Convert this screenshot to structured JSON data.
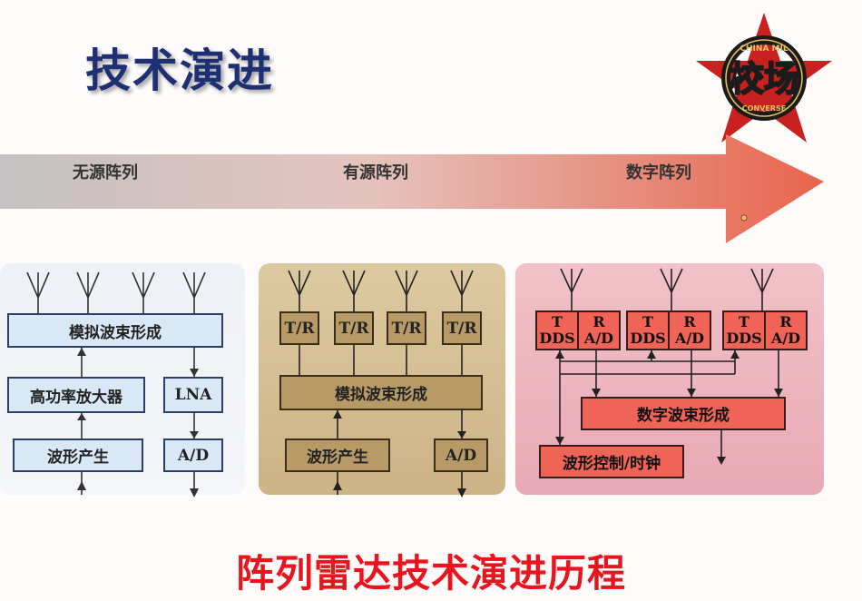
{
  "title": "技术演进",
  "caption": "阵列雷达技术演进历程",
  "logo": {
    "text_top": "CHINA MIL",
    "text_main": "校场",
    "text_bottom": "CONVERSE",
    "colors": [
      "#c8211f",
      "#1b1b1b",
      "#e8c45a"
    ]
  },
  "arrow": {
    "stages": [
      "无源阵列",
      "有源阵列",
      "数字阵列"
    ],
    "colors": [
      "#c9c9c9",
      "#e8644c"
    ]
  },
  "panel_passive": {
    "beamforming": "模拟波束形成",
    "hpa": "高功率放大器",
    "lna": "LNA",
    "waveform": "波形产生",
    "adc": "A/D"
  },
  "panel_active": {
    "tr": [
      "T/R",
      "T/R",
      "T/R",
      "T/R"
    ],
    "beamforming": "模拟波束形成",
    "waveform": "波形产生",
    "adc": "A/D"
  },
  "panel_digital": {
    "modules": [
      {
        "t": "T",
        "r": "R",
        "dds": "DDS",
        "ad": "A/D"
      },
      {
        "t": "T",
        "r": "R",
        "dds": "DDS",
        "ad": "A/D"
      },
      {
        "t": "T",
        "r": "R",
        "dds": "DDS",
        "ad": "A/D"
      }
    ],
    "beamforming": "数字波束形成",
    "control": "波形控制/时钟"
  }
}
